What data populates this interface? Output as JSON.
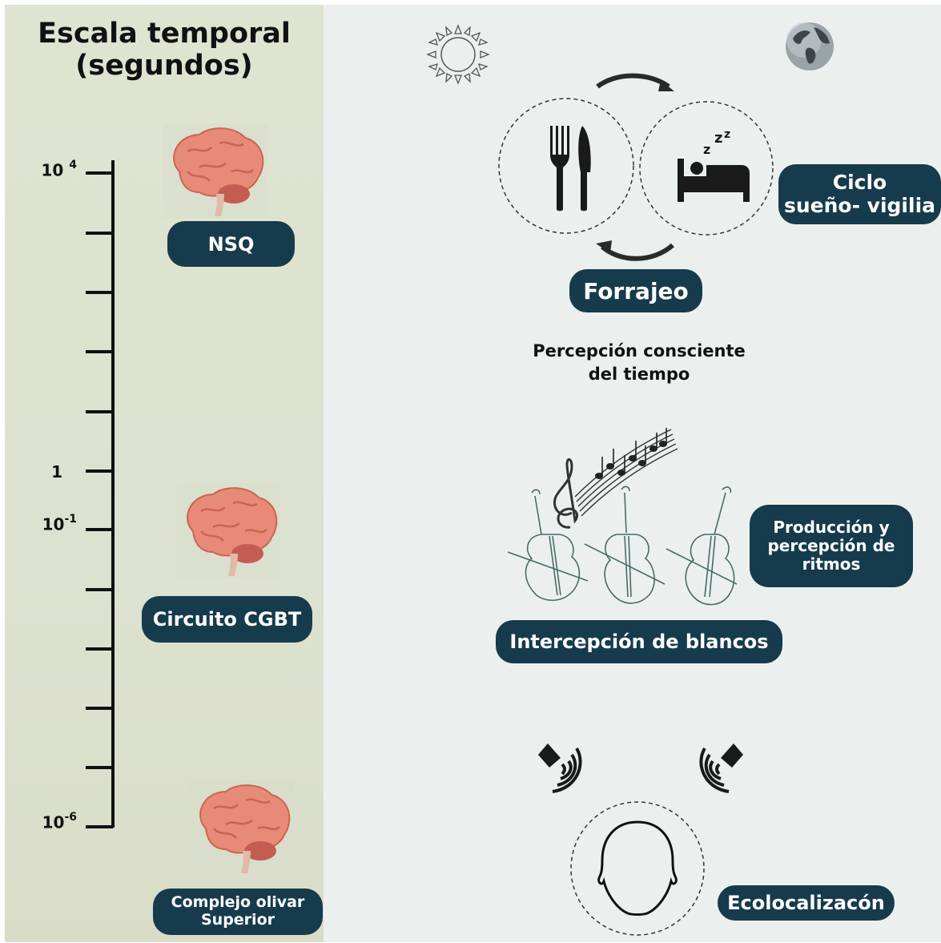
{
  "left": {
    "title_line1": "Escala temporal",
    "title_line2": "(segundos)",
    "ticks": {
      "t1_base": "10",
      "t1_exp": "4",
      "t2": "1",
      "t3_base": "10",
      "t3_exp": "-1",
      "t4_base": "10",
      "t4_exp": "-6"
    },
    "regions": {
      "nsq": "NSQ",
      "cgbt": "Circuito CGBT",
      "olivar_line1": "Complejo olivar",
      "olivar_line2": "Superior"
    }
  },
  "right": {
    "forrajeo": "Forrajeo",
    "ciclo_line1": "Ciclo",
    "ciclo_line2": "sueño- vigilia",
    "percepcion_line1": "Percepción consciente",
    "percepcion_line2": "del tiempo",
    "ritmos_line1": "Producción y",
    "ritmos_line2": "percepción de",
    "ritmos_line3": "ritmos",
    "intercepcion": "Intercepción de blancos",
    "ecolocalizacion": "Ecolocalizacón"
  },
  "colors": {
    "pill_bg": "#163b4c",
    "left_panel_bg": "#dde2d0",
    "right_panel_bg": "#ebf0ef",
    "brain": "#e88a78",
    "ink": "#111111"
  },
  "icons": [
    "brain-icon",
    "sun-icon",
    "globe-icon",
    "fork-knife-icon",
    "sleep-bed-icon",
    "cycle-arrow-icon",
    "treble-clef-icon",
    "violin-icon",
    "speaker-icon",
    "head-icon"
  ]
}
